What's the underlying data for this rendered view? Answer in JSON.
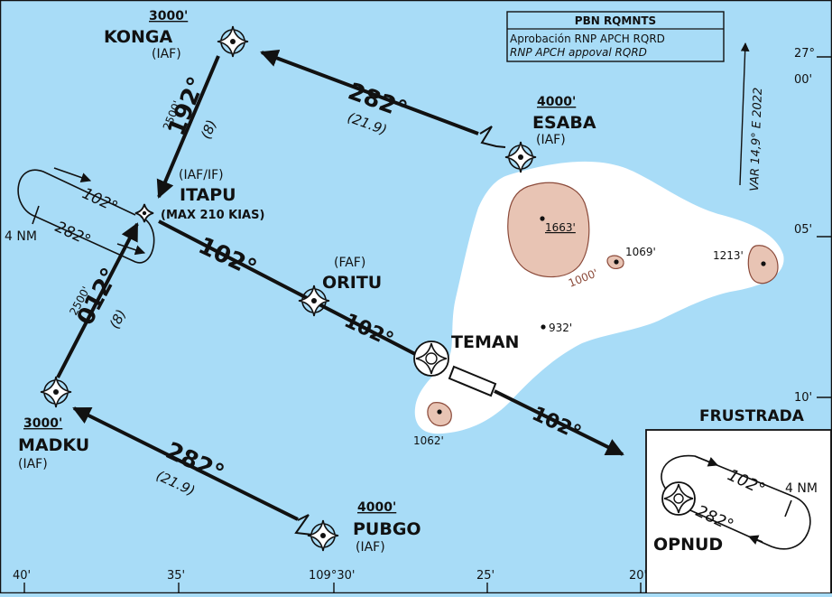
{
  "pbn": {
    "title": "PBN RQMNTS",
    "line1": "Aprobación RNP APCH RQRD",
    "line2": "RNP APCH appoval RQRD"
  },
  "variation": "VAR 14,9° E 2022",
  "lat_labels": [
    "27°",
    "00'",
    "05'",
    "10'"
  ],
  "lon_labels": [
    "40'",
    "35'",
    "109°30'",
    "25'",
    "20'"
  ],
  "waypoints": {
    "konga": {
      "name": "KONGA",
      "alt": "3000'",
      "role": "(IAF)"
    },
    "esaba": {
      "name": "ESABA",
      "alt": "4000'",
      "role": "(IAF)"
    },
    "itapu": {
      "name": "ITAPU",
      "role": "(IAF/IF)",
      "restriction": "(MAX 210 KIAS)"
    },
    "oritu": {
      "name": "ORITU",
      "role": "(FAF)"
    },
    "teman": {
      "name": "TEMAN"
    },
    "madku": {
      "name": "MADKU",
      "alt": "3000'",
      "role": "(IAF)"
    },
    "pubgo": {
      "name": "PUBGO",
      "alt": "4000'",
      "role": "(IAF)"
    },
    "opnud": {
      "name": "OPNUD"
    }
  },
  "legs": {
    "konga_itapu": {
      "course": "192°",
      "alt": "2500'",
      "dist": "(8)"
    },
    "esaba_konga": {
      "course": "282°",
      "dist": "(21.9)"
    },
    "itapu_oritu": {
      "course": "102°"
    },
    "oritu_teman": {
      "course": "102°"
    },
    "missed": {
      "course": "102°"
    },
    "madku_itapu": {
      "course": "012°",
      "alt": "2500'",
      "dist": "(8)"
    },
    "pubgo_madku": {
      "course": "282°",
      "dist": "(21.9)"
    }
  },
  "hold_itapu": {
    "outbound": "102°",
    "inbound": "282°",
    "length": "4 NM"
  },
  "missed_inset": {
    "title": "FRUSTRADA",
    "outbound": "102°",
    "inbound": "282°",
    "length": "4 NM"
  },
  "elevations": [
    "1663'",
    "1000'",
    "1069'",
    "1213'",
    "932'",
    "1062'"
  ],
  "colors": {
    "sea": "#a8dcf7",
    "land": "#ffffff",
    "terrain": "#e8c4b4",
    "terrain_line": "#8b4a3a"
  }
}
